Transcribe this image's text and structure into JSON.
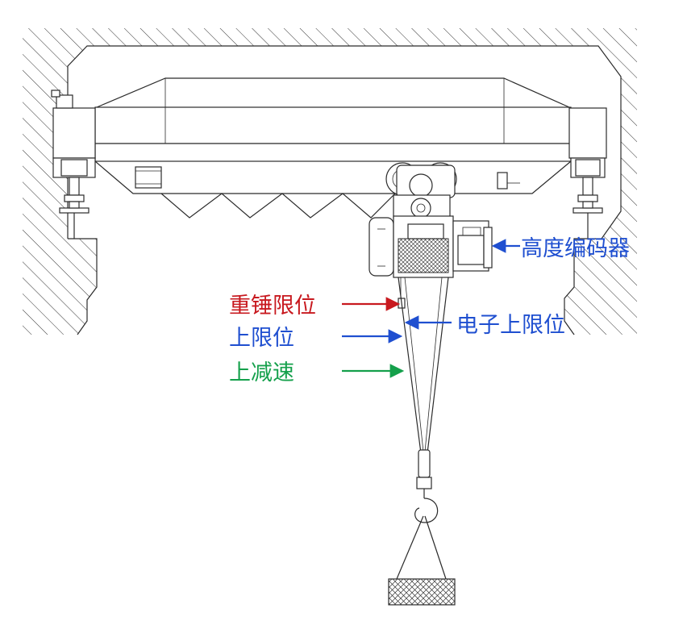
{
  "labels": {
    "encoder": "高度编码器",
    "electronic_upper_limit": "电子上限位",
    "heavy_hammer_limit": "重锤限位",
    "upper_limit": "上限位",
    "upper_deceleration": "上减速"
  },
  "colors": {
    "encoder": "#1f4fd0",
    "electronic_upper_limit": "#1f4fd0",
    "heavy_hammer_limit": "#c8191f",
    "upper_limit": "#1f4fd0",
    "upper_deceleration": "#14a04b",
    "line": "#2b2b2b"
  }
}
